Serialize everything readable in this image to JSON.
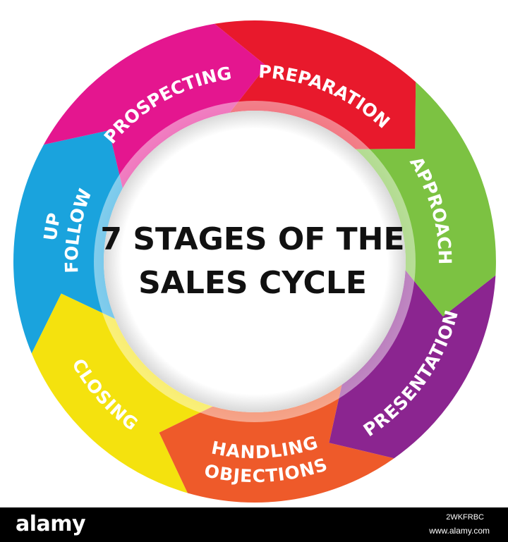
{
  "diagram": {
    "center_title_lines": [
      "7 STAGES OF THE",
      "SALES CYCLE"
    ],
    "stages": [
      {
        "label": "PROSPECTING",
        "color": "#E4168F"
      },
      {
        "label": "PREPARATION",
        "color": "#E8192C"
      },
      {
        "label": "APPROACH",
        "color": "#7CC242"
      },
      {
        "label": "PRESENTATION",
        "color": "#8B2590"
      },
      {
        "label": "HANDLING OBJECTIONS",
        "color": "#EE5A2A"
      },
      {
        "label": "CLOSING",
        "color": "#F4E20E"
      },
      {
        "label": "FOLLOW UP",
        "color": "#1AA3DD"
      }
    ]
  },
  "footer": {
    "brand": "alamy",
    "image_code": "2WKFRBC",
    "url": "www.alamy.com"
  }
}
